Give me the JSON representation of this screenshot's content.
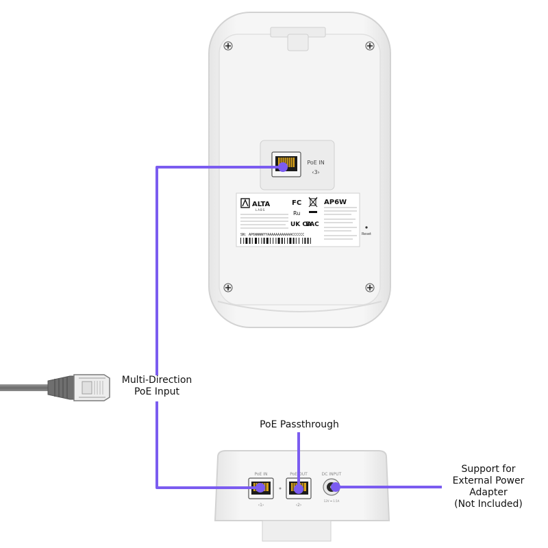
{
  "colors": {
    "cable_highlight": "#7b5cf0",
    "device_body": "#f1f1f1",
    "device_edge": "#d6d6d6",
    "label_sticker": "#ffffff",
    "ethernet_cable": "#7a7a7a"
  },
  "device_back": {
    "port_label": "PoE IN",
    "port_number": "‹3›",
    "label": {
      "brand_name": "ALTA",
      "brand_sub": "LABS",
      "model": "AP6W",
      "fcc_mark": "FC",
      "ukca_mark": "UK CA",
      "eac_mark": "EAC",
      "serial": "SN: AP6WWWWYYAAAAAAAAAAAACCCCCC",
      "reset": "Reset"
    }
  },
  "device_bottom": {
    "ports": [
      {
        "label": "PoE IN",
        "number": "‹1›"
      },
      {
        "label": "PoE OUT",
        "number": "‹2›"
      },
      {
        "label": "DC INPUT",
        "number": "12V ⎓ 1.5A"
      }
    ]
  },
  "callouts": {
    "multi_direction": [
      "Multi-Direction",
      "PoE Input"
    ],
    "passthrough": [
      "PoE Passthrough"
    ],
    "external_power": [
      "Support for",
      "External Power",
      "Adapter",
      "(Not Included)"
    ]
  },
  "icons": [
    "rj45-plug-icon",
    "screw-icon",
    "ethernet-port-icon",
    "dc-jack-icon"
  ]
}
